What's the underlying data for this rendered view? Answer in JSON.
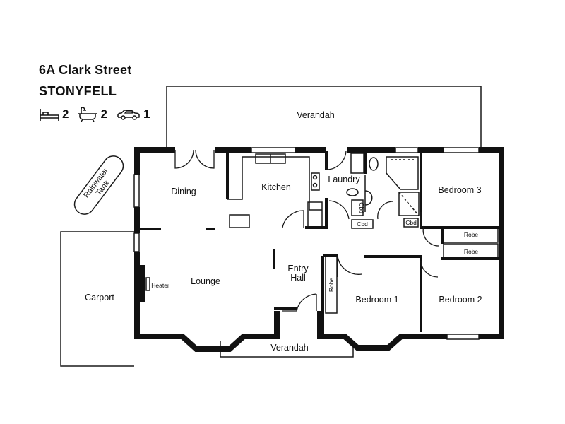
{
  "listing": {
    "address": "6A Clark Street",
    "suburb": "STONYFELL",
    "features": {
      "bedrooms": "2",
      "bathrooms": "2",
      "car_spaces": "1"
    }
  },
  "rooms": {
    "verandah_rear": "Verandah",
    "verandah_front": "Verandah",
    "rainwater_tank_line1": "Rainwater",
    "rainwater_tank_line2": "Tank",
    "dining": "Dining",
    "kitchen": "Kitchen",
    "laundry": "Laundry",
    "bedroom3": "Bedroom 3",
    "bedroom1": "Bedroom 1",
    "bedroom2": "Bedroom 2",
    "lounge": "Lounge",
    "heater": "Heater",
    "entry_line1": "Entry",
    "entry_line2": "Hall",
    "carport": "Carport",
    "robe_b3": "Robe",
    "robe_b2": "Robe",
    "robe_b1": "Robe",
    "cbd_laundry_side": "Cbd",
    "cbd_laundry": "Cbd",
    "cbd_bath": "Cbd"
  },
  "icons": {
    "bedrooms": "bed-icon",
    "bathrooms": "bath-icon",
    "car_spaces": "car-icon"
  },
  "colors": {
    "wall": "#111111",
    "line": "#1a1a1a",
    "background": "#ffffff"
  }
}
